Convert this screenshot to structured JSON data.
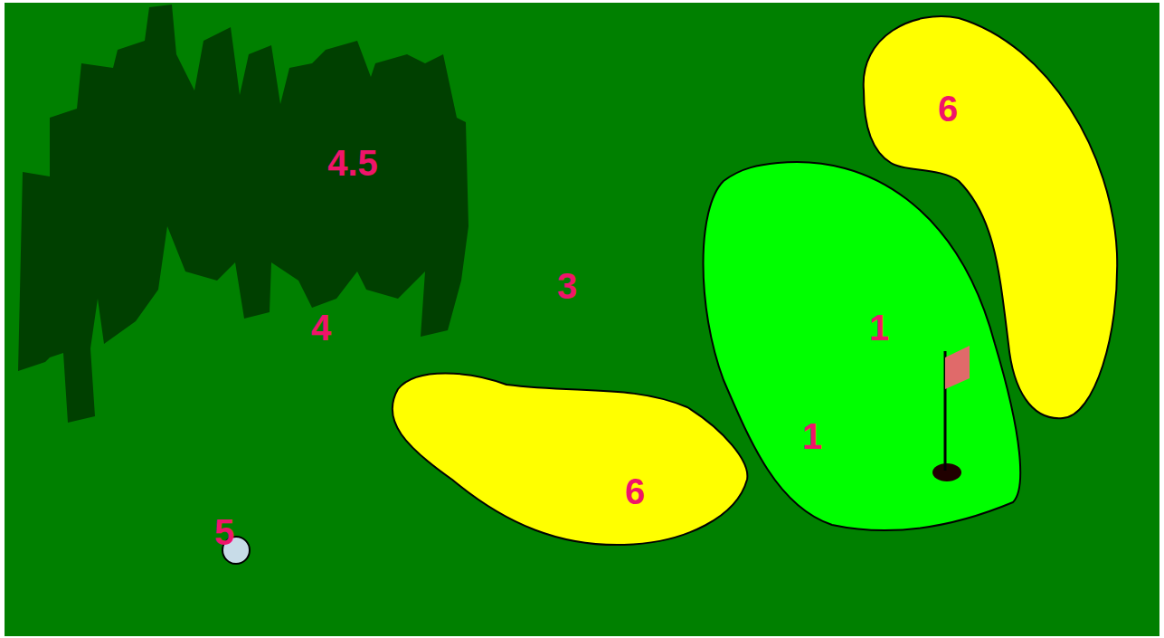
{
  "diagram": {
    "labels": [
      "6",
      "4.5",
      "3",
      "1",
      "4",
      "1",
      "6",
      "5"
    ]
  }
}
